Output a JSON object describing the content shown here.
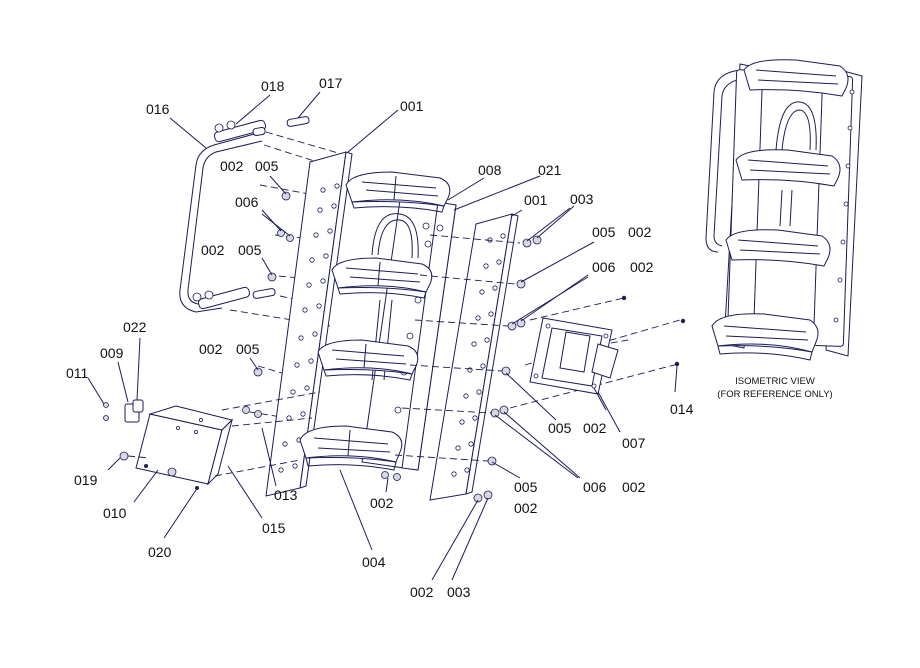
{
  "callouts": [
    {
      "text": "018"
    },
    {
      "text": "017"
    },
    {
      "text": "016"
    },
    {
      "text": "001"
    },
    {
      "text": "002"
    },
    {
      "text": "005"
    },
    {
      "text": "008"
    },
    {
      "text": "021"
    },
    {
      "text": "006"
    },
    {
      "text": "001"
    },
    {
      "text": "003"
    },
    {
      "text": "002"
    },
    {
      "text": "005"
    },
    {
      "text": "005"
    },
    {
      "text": "002"
    },
    {
      "text": "006"
    },
    {
      "text": "002"
    },
    {
      "text": "022"
    },
    {
      "text": "009"
    },
    {
      "text": "011"
    },
    {
      "text": "002"
    },
    {
      "text": "005"
    },
    {
      "text": "014"
    },
    {
      "text": "005"
    },
    {
      "text": "002"
    },
    {
      "text": "007"
    },
    {
      "text": "019"
    },
    {
      "text": "013"
    },
    {
      "text": "002"
    },
    {
      "text": "005"
    },
    {
      "text": "006"
    },
    {
      "text": "002"
    },
    {
      "text": "010"
    },
    {
      "text": "015"
    },
    {
      "text": "002"
    },
    {
      "text": "020"
    },
    {
      "text": "004"
    },
    {
      "text": "002"
    },
    {
      "text": "003"
    }
  ],
  "isometric_caption": {
    "line1": "ISOMETRIC VIEW",
    "line2": "(FOR REFERENCE ONLY)"
  }
}
